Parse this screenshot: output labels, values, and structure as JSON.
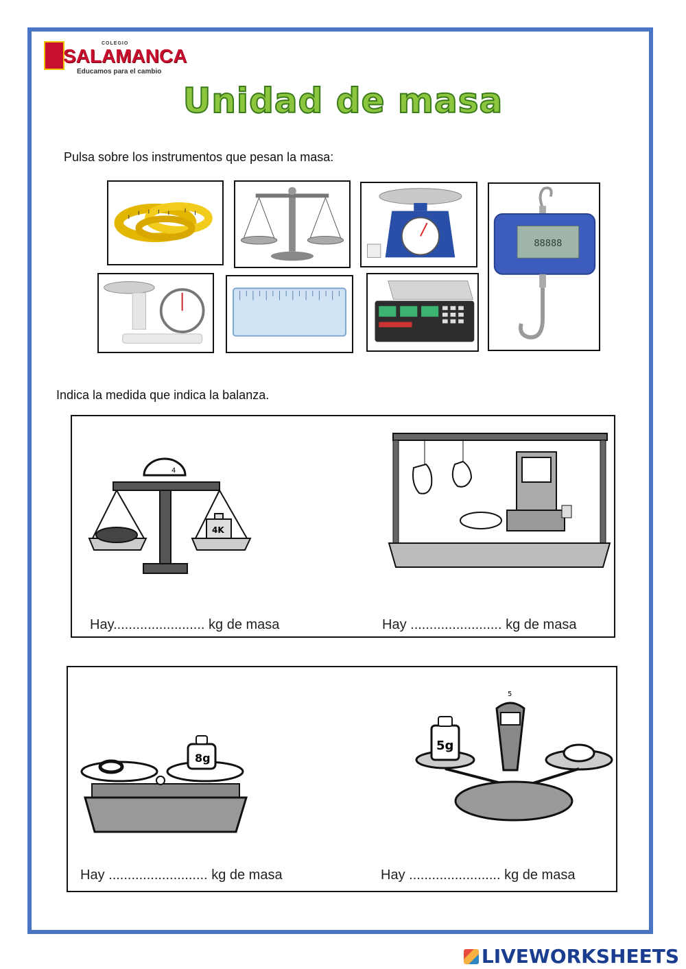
{
  "logo": {
    "pre_title": "COLEGIO",
    "name": "SALAMANCA",
    "tagline": "Educamos para el cambio"
  },
  "title": "Unidad de masa",
  "section1": {
    "instruction": "Pulsa sobre los instrumentos que pesan la masa:"
  },
  "tiles": [
    {
      "icon": "measuring-tape-icon"
    },
    {
      "icon": "balance-scale-icon"
    },
    {
      "icon": "kitchen-dial-scale-icon"
    },
    {
      "icon": "hanging-digital-scale-icon"
    },
    {
      "icon": "market-dial-scale-icon"
    },
    {
      "icon": "ruler-icon"
    },
    {
      "icon": "digital-counting-scale-icon"
    }
  ],
  "section2": {
    "instruction": "Indica la medida que indica la balanza."
  },
  "labels": {
    "row1_left": {
      "pre": "Hay",
      "dots": "........................",
      "post": "kg de masa"
    },
    "row1_right": {
      "pre": "Hay",
      "dots": "........................",
      "post": "kg de masa"
    },
    "row2_left": {
      "pre": "Hay",
      "dots": "..........................",
      "post": "kg de masa"
    },
    "row2_right": {
      "pre": "Hay",
      "dots": "........................",
      "post": "kg de masa"
    }
  },
  "weights": {
    "a": "4K",
    "b": "8g",
    "c": "5g",
    "dial": "5"
  },
  "footer": {
    "brand": "LIVEWORKSHEETS"
  },
  "colors": {
    "frame": "#4a74c4",
    "title": "#8cc63f",
    "brand_red": "#c8102e"
  }
}
